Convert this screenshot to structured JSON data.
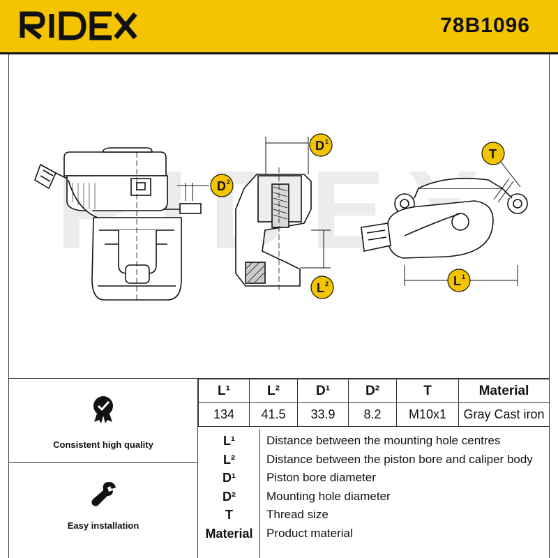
{
  "brand": {
    "name": "RIDEX",
    "part_number": "78B1096",
    "accent_color": "#f5c400"
  },
  "drawing": {
    "watermark": "RIDEX",
    "callouts": {
      "d1": {
        "letter": "D",
        "sup": "1"
      },
      "d2": {
        "letter": "D",
        "sup": "2"
      },
      "l1": {
        "letter": "L",
        "sup": "1"
      },
      "l2": {
        "letter": "L",
        "sup": "2"
      },
      "t": {
        "letter": "T",
        "sup": ""
      }
    }
  },
  "features": [
    {
      "label": "Consistent high quality",
      "icon": "badge-check-icon"
    },
    {
      "label": "Easy installation",
      "icon": "wrench-icon"
    }
  ],
  "specs": {
    "headers": [
      "L¹",
      "L²",
      "D¹",
      "D²",
      "T",
      "Material"
    ],
    "values": [
      "134",
      "41.5",
      "33.9",
      "8.2",
      "M10x1",
      "Gray Cast iron"
    ]
  },
  "legend": [
    {
      "symbol": "L¹",
      "description": "Distance between the mounting hole centres"
    },
    {
      "symbol": "L²",
      "description": "Distance between the piston bore and caliper body"
    },
    {
      "symbol": "D¹",
      "description": "Piston bore diameter"
    },
    {
      "symbol": "D²",
      "description": "Mounting hole diameter"
    },
    {
      "symbol": "T",
      "description": "Thread size"
    },
    {
      "symbol": "Material",
      "description": "Product material"
    }
  ]
}
